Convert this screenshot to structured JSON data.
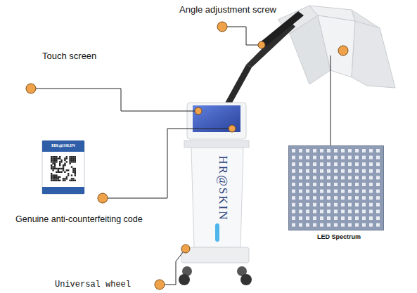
{
  "diagram": {
    "nodes": [
      {
        "text": [
          "HR@SKIN"
        ]
      },
      {
        "text": [
          "LED Spectrum"
        ]
      }
    ],
    "labels": [
      "Angle adjustment screw",
      "Touch screen",
      "Genuine anti-counterfeiting code",
      "Universal wheel",
      "HR@SKIN"
    ]
  }
}
